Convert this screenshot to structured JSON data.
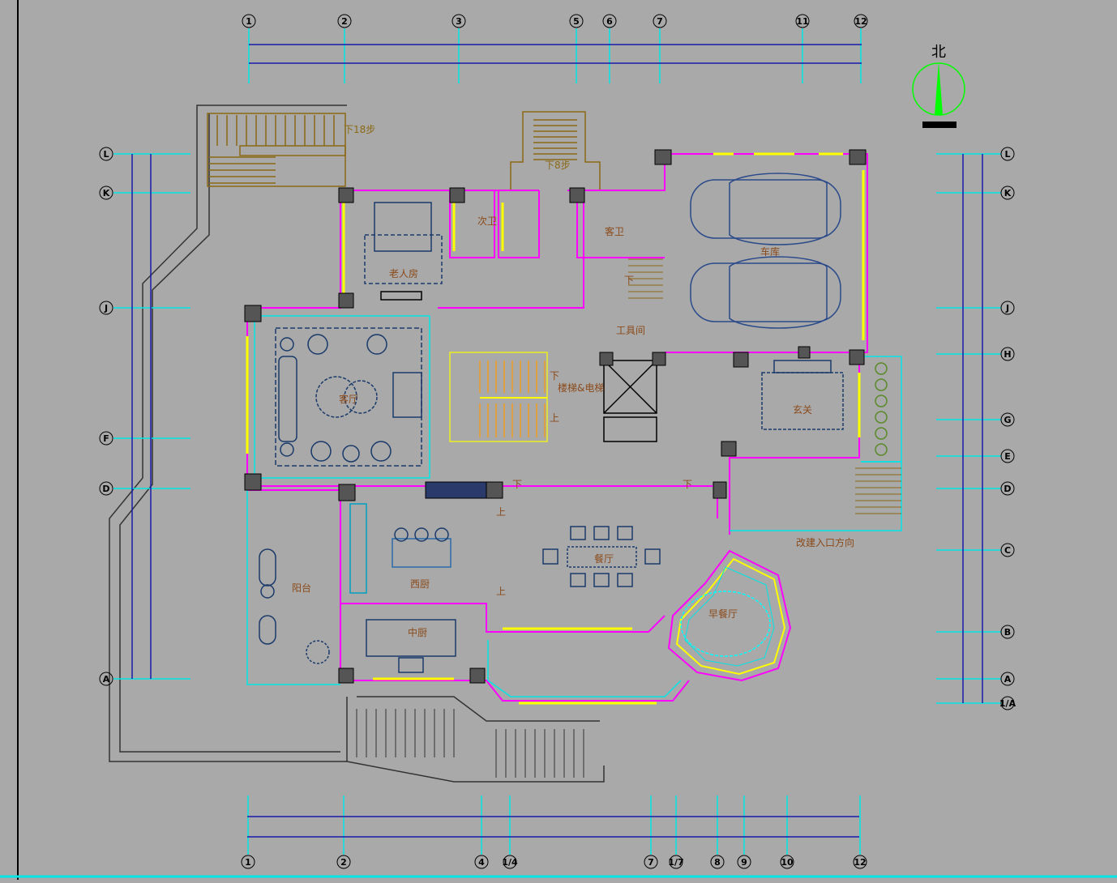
{
  "north_label": "北",
  "axes": {
    "top_cols": [
      "1",
      "2",
      "3",
      "5",
      "6",
      "7",
      "11",
      "12"
    ],
    "bottom_cols": [
      "1",
      "2",
      "4",
      "1/4",
      "7",
      "1/7",
      "8",
      "9",
      "10",
      "12"
    ],
    "rows_left": [
      "L",
      "K",
      "J",
      "F",
      "D",
      "A"
    ],
    "rows_right": [
      "L",
      "K",
      "J",
      "H",
      "G",
      "E",
      "D",
      "C",
      "B",
      "A",
      "1/A"
    ]
  },
  "rooms": {
    "elder_room": "老人房",
    "bath_secondary": "次卫",
    "bath_guest": "客卫",
    "garage": "车库",
    "tool_room": "工具间",
    "living": "客厅",
    "stair_elevator": "楼梯&电梯",
    "foyer": "玄关",
    "balcony": "阳台",
    "west_kitchen": "西厨",
    "chinese_kitchen": "中厨",
    "dining": "餐厅",
    "breakfast": "早餐厅",
    "entrance_dir": "改建入口方向"
  },
  "stair_notes": {
    "down18": "下18步",
    "down8": "下8步",
    "down": "下",
    "up": "上"
  }
}
